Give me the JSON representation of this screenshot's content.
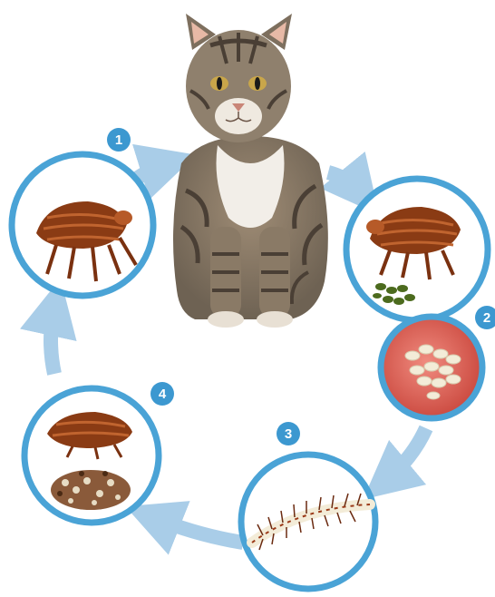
{
  "diagram": {
    "steps": [
      {
        "number": "1",
        "content": "adult-flea"
      },
      {
        "number": "2",
        "content": "flea-eggs"
      },
      {
        "number": "3",
        "content": "flea-larva"
      },
      {
        "number": "4",
        "content": "flea-pupa"
      }
    ]
  },
  "colors": {
    "ring": "#4aa3d6",
    "badge": "#3c98d0",
    "arrow": "#a9cde8",
    "flea": "#8a3b14",
    "egg_bg": "#d9534a",
    "cat": "#8c7e6c"
  }
}
